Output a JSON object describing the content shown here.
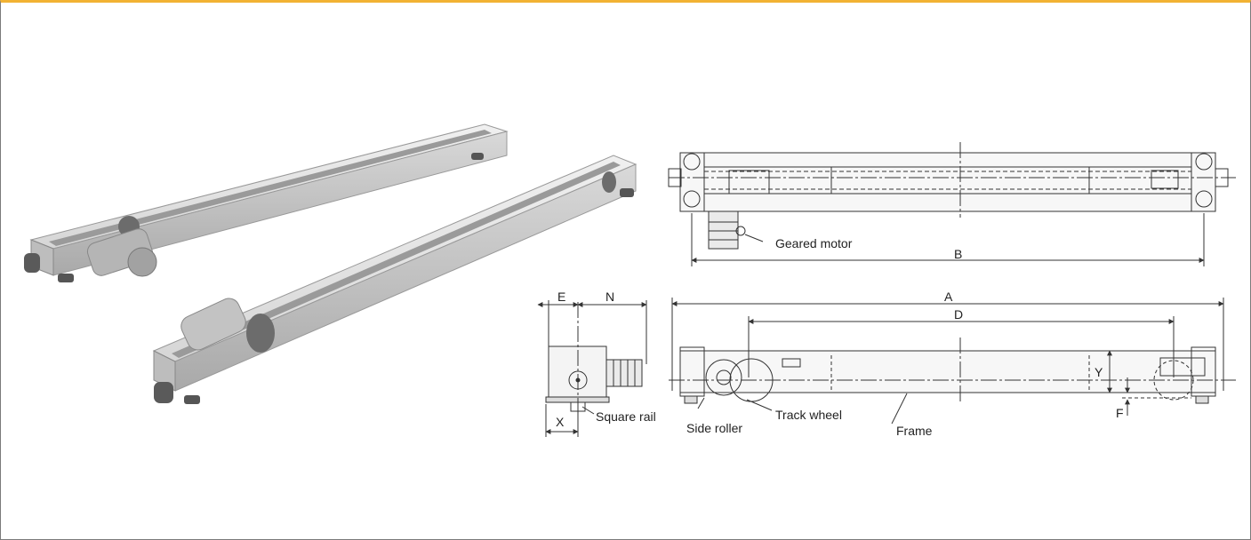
{
  "colors": {
    "top_accent": "#f2b233",
    "border": "#7a7a7a",
    "line": "#333333",
    "metal_light": "#e3e3e3",
    "metal_mid": "#c8c8c8",
    "metal_dark": "#8c8c8c"
  },
  "labels": {
    "geared_motor": "Geared motor",
    "square_rail": "Square rail",
    "side_roller": "Side roller",
    "track_wheel": "Track wheel",
    "frame": "Frame"
  },
  "dimensions": {
    "a": "A",
    "b": "B",
    "d": "D",
    "e": "E",
    "n": "N",
    "x": "X",
    "y": "Y",
    "f": "F"
  }
}
